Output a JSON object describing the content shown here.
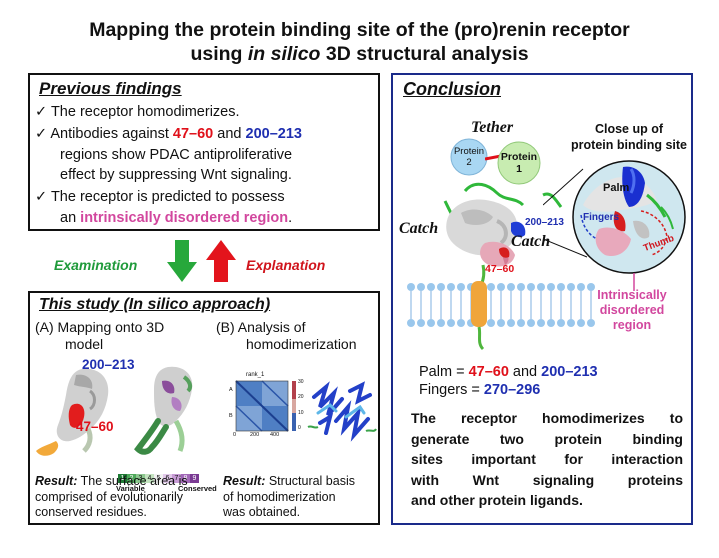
{
  "title_line1": "Mapping the protein binding site of the (pro)renin receptor",
  "title_line2_pre": "using ",
  "title_line2_ital": "in silico",
  "title_line2_post": " 3D structural analysis",
  "previous": {
    "heading": "Previous findings",
    "check": "✓",
    "b1": "The receptor homodimerizes.",
    "b2_pre": "Antibodies against ",
    "b2_r1": "47–60",
    "b2_mid": " and ",
    "b2_r2": "200–213",
    "b2_l2": "regions show PDAC antiproliferative",
    "b2_l3": "effect by suppressing Wnt signaling.",
    "b3_l1": "The receptor is predicted to possess",
    "b3_pre": "an ",
    "b3_hl": "intrinsically disordered region",
    "b3_post": "."
  },
  "arrows": {
    "examination": "Examination",
    "explanation": "Explanation"
  },
  "study": {
    "heading": "This study (In silico approach)",
    "a_l1": "(A)  Mapping onto 3D",
    "a_l2": "model",
    "b_l1": "(B)  Analysis of",
    "b_l2": "homodimerization",
    "label_200": "200–213",
    "label_47": "47–60",
    "legend_nums": [
      "1",
      "2",
      "3",
      "4",
      "5",
      "6",
      "7",
      "8",
      "9"
    ],
    "legend_variable": "Variable",
    "legend_conserved": "Conserved",
    "heatmap_title": "rank_1",
    "heatmap_ticks_x": [
      "0",
      "200",
      "400"
    ],
    "heatmap_ticks_y": [
      "A",
      "B"
    ],
    "colorbar_ticks": [
      "30",
      "20",
      "10",
      "0"
    ],
    "res_a_label": "Result:",
    "res_a_l1": " The surface area is",
    "res_a_l2": "comprised of evolutionarily",
    "res_a_l3": "conserved residues.",
    "res_b_label": "Result:",
    "res_b_l1": " Structural basis",
    "res_b_l2": "of homodimerization",
    "res_b_l3": "was obtained."
  },
  "conclusion": {
    "heading": "Conclusion",
    "tether": "Tether",
    "protein2_l1": "Protein",
    "protein2_l2": "2",
    "protein1_l1": "Protein",
    "protein1_l2": "1",
    "closeup_l1": "Close up of",
    "closeup_l2": "protein binding site",
    "palm": "Palm",
    "fingers": "Fingers",
    "thumb": "Thumb",
    "catch_left": "Catch",
    "catch_right": "Catch",
    "label_200": "200–213",
    "label_47": "47–60",
    "idr_l1": "Intrinsically",
    "idr_l2": "disordered",
    "idr_l3": "region",
    "palm_eq_pre": "Palm = ",
    "palm_r1": "47–60",
    "palm_mid": " and ",
    "palm_r2": "200–213",
    "fingers_eq_pre": "Fingers = ",
    "fingers_r": "270–296",
    "summary_l1": "The receptor homodimerizes to",
    "summary_l2": "generate two protein binding",
    "summary_l3": "sites important for interaction",
    "summary_l4": "with Wnt signaling proteins",
    "summary_l5": "and other protein ligands."
  },
  "colors": {
    "red": "#e0101a",
    "blue": "#1f2fb0",
    "pink": "#d2479e",
    "green_arrow": "#27a83b",
    "red_arrow": "#e3141c",
    "conclusion_border": "#1a2a8a"
  }
}
